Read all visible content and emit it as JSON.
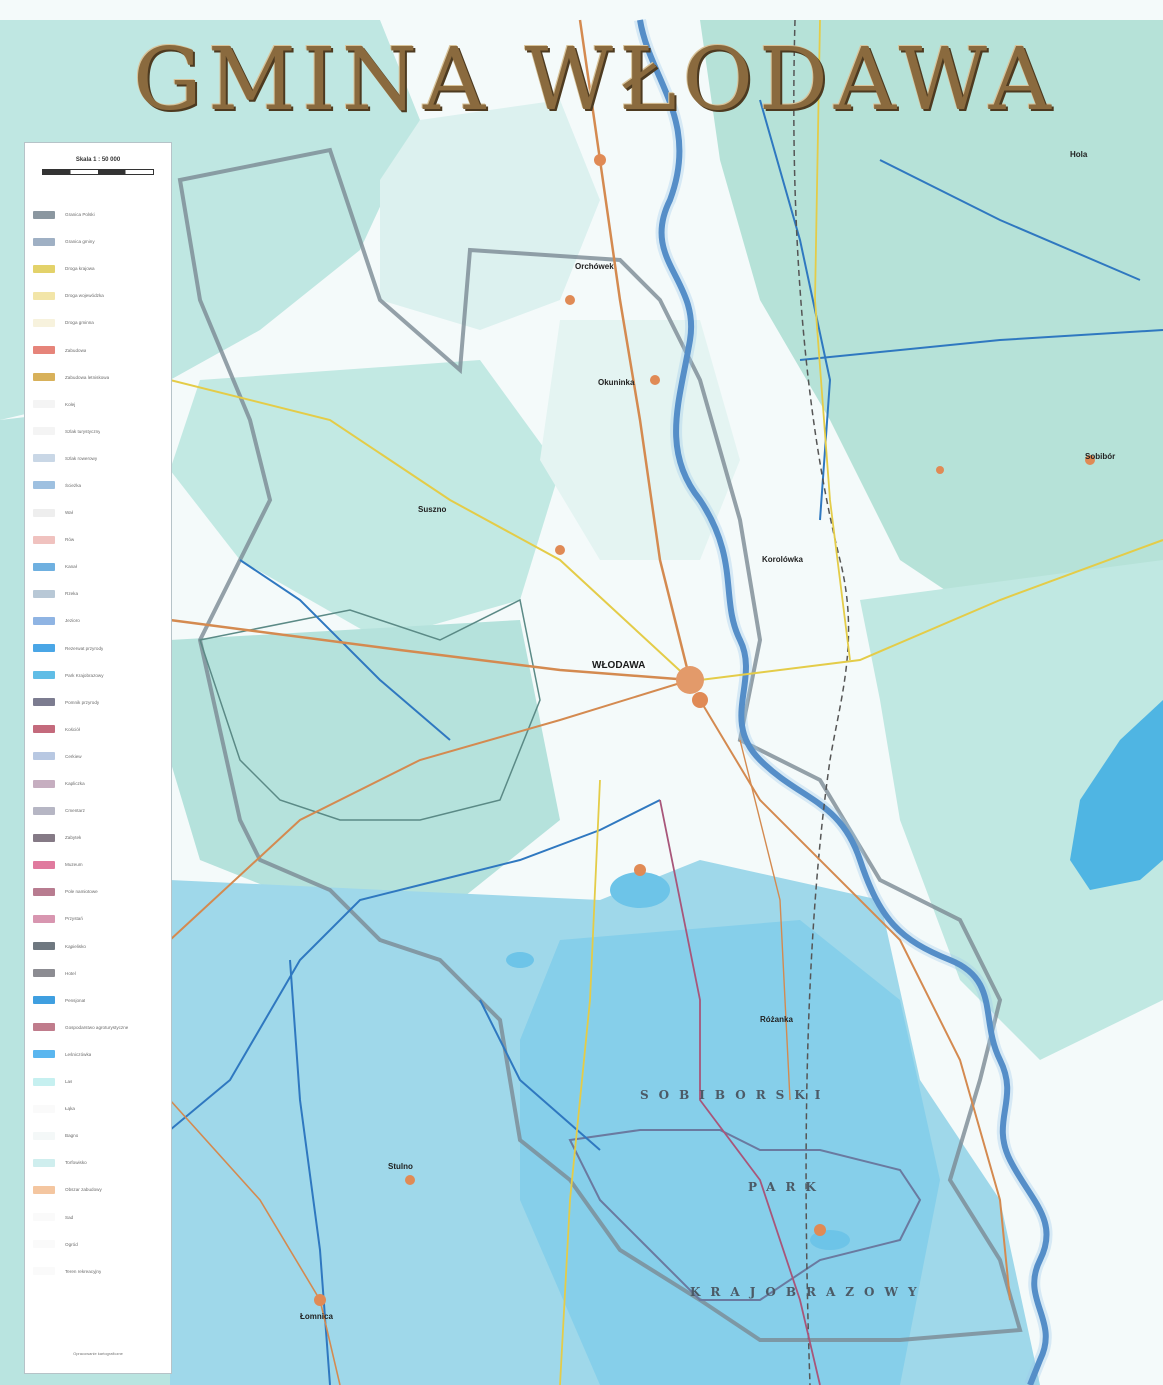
{
  "map": {
    "title": "GMINA WŁODAWA",
    "colors": {
      "forest": "#a8ddd7",
      "forest_dense": "#8fd3e6",
      "water": "#4aa9da",
      "river": "#2f73b9",
      "boundary": "#6f8088",
      "road_main": "#d4894f",
      "road_secondary": "#e5c94a",
      "railway": "#555555",
      "settlement": "#e08a55",
      "title_gold": "#8a6a3e"
    },
    "towns": [
      {
        "name": "WŁODAWA"
      }
    ],
    "places": [
      {
        "name": "Orchówek"
      },
      {
        "name": "Okuninka"
      },
      {
        "name": "Suszno"
      },
      {
        "name": "Korolówka"
      },
      {
        "name": "Różanka"
      },
      {
        "name": "Hola"
      },
      {
        "name": "Sobibór"
      },
      {
        "name": "Stulno"
      },
      {
        "name": "Łomnica"
      }
    ],
    "region_labels": [
      {
        "text": "SOBIBORSKI"
      },
      {
        "text": "PARK"
      },
      {
        "text": "KRAJOBRAZOWY"
      }
    ],
    "legend": {
      "scale": "Skala 1 : 50 000",
      "items": [
        {
          "label": "Granica Polski",
          "color": "#8b97a0",
          "icon": "boundary-swatch"
        },
        {
          "label": "Granica gminy",
          "color": "#9fb0c4",
          "icon": "boundary-swatch"
        },
        {
          "label": "Droga krajowa",
          "color": "#e3d26a",
          "icon": "road-swatch"
        },
        {
          "label": "Droga wojewódzka",
          "color": "#f2e5a8",
          "icon": "road-swatch"
        },
        {
          "label": "Droga gminna",
          "color": "#f7f2dd",
          "icon": "road-swatch"
        },
        {
          "label": "Zabudowa",
          "color": "#e6847a",
          "icon": "building-swatch"
        },
        {
          "label": "Zabudowa letniskowa",
          "color": "#d8b15a",
          "icon": "building-swatch"
        },
        {
          "label": "Kolej",
          "color": "#f4f4f4",
          "icon": "railway-swatch"
        },
        {
          "label": "Szlak turystyczny",
          "color": "#f4f4f4",
          "icon": "trail-swatch"
        },
        {
          "label": "Szlak rowerowy",
          "color": "#c9d7e6",
          "icon": "trail-swatch"
        },
        {
          "label": "Ścieżka",
          "color": "#9ec0e0",
          "icon": "trail-swatch"
        },
        {
          "label": "Wał",
          "color": "#eeeeee",
          "icon": "line-swatch"
        },
        {
          "label": "Rów",
          "color": "#f0c2bf",
          "icon": "line-swatch"
        },
        {
          "label": "Kanał",
          "color": "#6fb0e0",
          "icon": "water-swatch"
        },
        {
          "label": "Rzeka",
          "color": "#b8c8d6",
          "icon": "water-swatch"
        },
        {
          "label": "Jezioro",
          "color": "#8fb4e3",
          "icon": "water-swatch"
        },
        {
          "label": "Rezerwat przyrody",
          "color": "#4aa6e6",
          "icon": "reserve-swatch"
        },
        {
          "label": "Park Krajobrazowy",
          "color": "#60bde6",
          "icon": "reserve-swatch"
        },
        {
          "label": "Pomnik przyrody",
          "color": "#7c7c90",
          "icon": "nature-swatch"
        },
        {
          "label": "Kościół",
          "color": "#c46a7c",
          "icon": "church-swatch"
        },
        {
          "label": "Cerkiew",
          "color": "#b8c8e2",
          "icon": "church-swatch"
        },
        {
          "label": "Kapliczka",
          "color": "#c6aec0",
          "icon": "church-swatch"
        },
        {
          "label": "Cmentarz",
          "color": "#b6b6c4",
          "icon": "cemetery-swatch"
        },
        {
          "label": "Zabytek",
          "color": "#857a86",
          "icon": "monument-swatch"
        },
        {
          "label": "Muzeum",
          "color": "#e07a9e",
          "icon": "museum-swatch"
        },
        {
          "label": "Pole namiotowe",
          "color": "#b87c90",
          "icon": "camp-swatch"
        },
        {
          "label": "Przystań",
          "color": "#d896b0",
          "icon": "marina-swatch"
        },
        {
          "label": "Kąpielisko",
          "color": "#6f7880",
          "icon": "beach-swatch"
        },
        {
          "label": "Hotel",
          "color": "#8c8c92",
          "icon": "hotel-swatch"
        },
        {
          "label": "Pensjonat",
          "color": "#3f9fe0",
          "icon": "hotel-swatch"
        },
        {
          "label": "Gospodarstwo agroturystyczne",
          "color": "#c07c8c",
          "icon": "farm-swatch"
        },
        {
          "label": "Leśniczówka",
          "color": "#5ab6ef",
          "icon": "forest-swatch"
        },
        {
          "label": "Las",
          "color": "#c6f0f0",
          "icon": "forest-swatch"
        },
        {
          "label": "Łąka",
          "color": "#fafafa",
          "icon": "meadow-swatch"
        },
        {
          "label": "Bagno",
          "color": "#f4f8f8",
          "icon": "marsh-swatch"
        },
        {
          "label": "Torfowisko",
          "color": "#cfeeee",
          "icon": "marsh-swatch"
        },
        {
          "label": "Obszar zabudowy",
          "color": "#f4c6a0",
          "icon": "settlement-swatch"
        },
        {
          "label": "Sad",
          "color": "#fafafa",
          "icon": "orchard-swatch"
        },
        {
          "label": "Ogród",
          "color": "#fafafa",
          "icon": "garden-swatch"
        },
        {
          "label": "Teren rekreacyjny",
          "color": "#fafafa",
          "icon": "recreation-swatch"
        }
      ],
      "footer": "Opracowanie kartograficzne"
    }
  }
}
